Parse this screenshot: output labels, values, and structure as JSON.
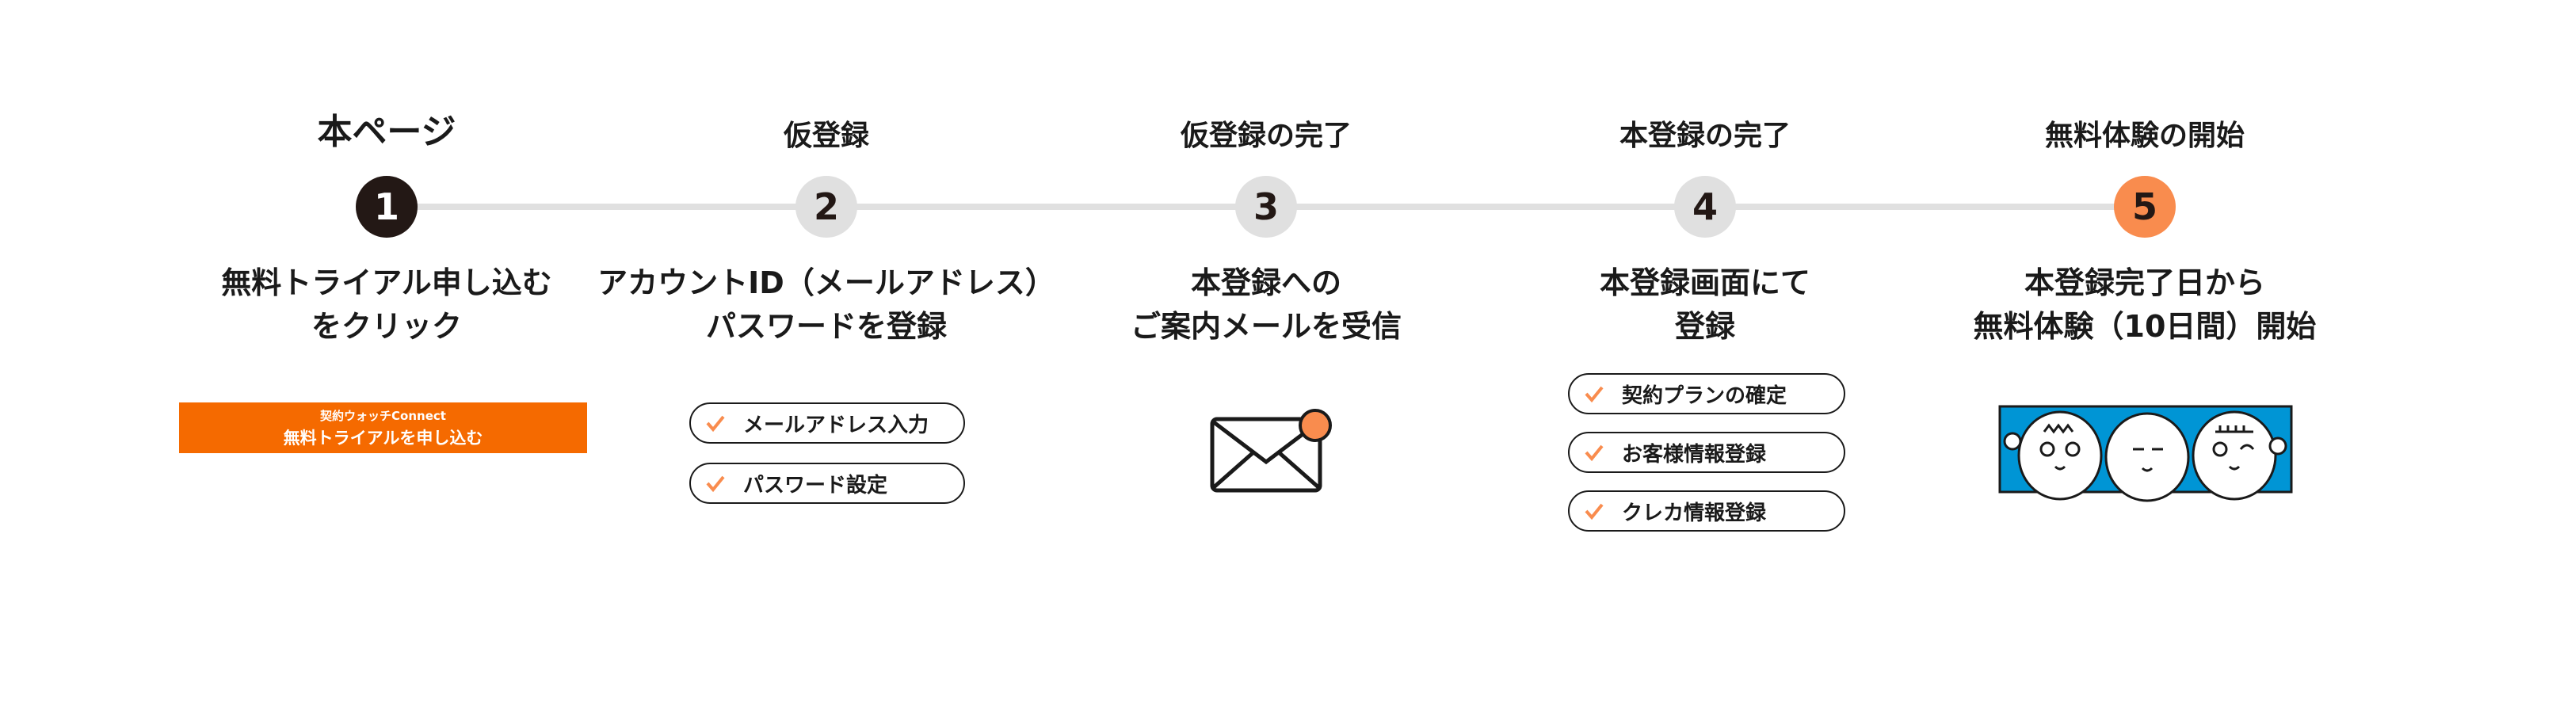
{
  "steps": [
    {
      "number": "1",
      "label": "本ページ",
      "desc": [
        "無料トライアル申し込む",
        "をクリック"
      ],
      "state": "current"
    },
    {
      "number": "2",
      "label": "仮登録",
      "desc": [
        "アカウントID（メールアドレス）",
        "パスワードを登録"
      ],
      "state": "pending"
    },
    {
      "number": "3",
      "label": "仮登録の完了",
      "desc": [
        "本登録への",
        "ご案内メールを受信"
      ],
      "state": "pending"
    },
    {
      "number": "4",
      "label": "本登録の完了",
      "desc": [
        "本登録画面にて",
        "登録"
      ],
      "state": "pending"
    },
    {
      "number": "5",
      "label": "無料体験の開始",
      "desc": [
        "本登録完了日から",
        "無料体験（10日間）開始"
      ],
      "state": "goal"
    }
  ],
  "cta": {
    "sub": "契約ウォッチConnect",
    "main": "無料トライアルを申し込む"
  },
  "step2_checks": [
    "メールアドレス入力",
    "パスワード設定"
  ],
  "step4_checks": [
    "契約プランの確定",
    "お客様情報登録",
    "クレカ情報登録"
  ],
  "colors": {
    "accent": "#f56a00",
    "goal": "#f98c4e",
    "current": "#231815",
    "pending": "#e0e0e0",
    "illustration_bg": "#0095d5"
  }
}
